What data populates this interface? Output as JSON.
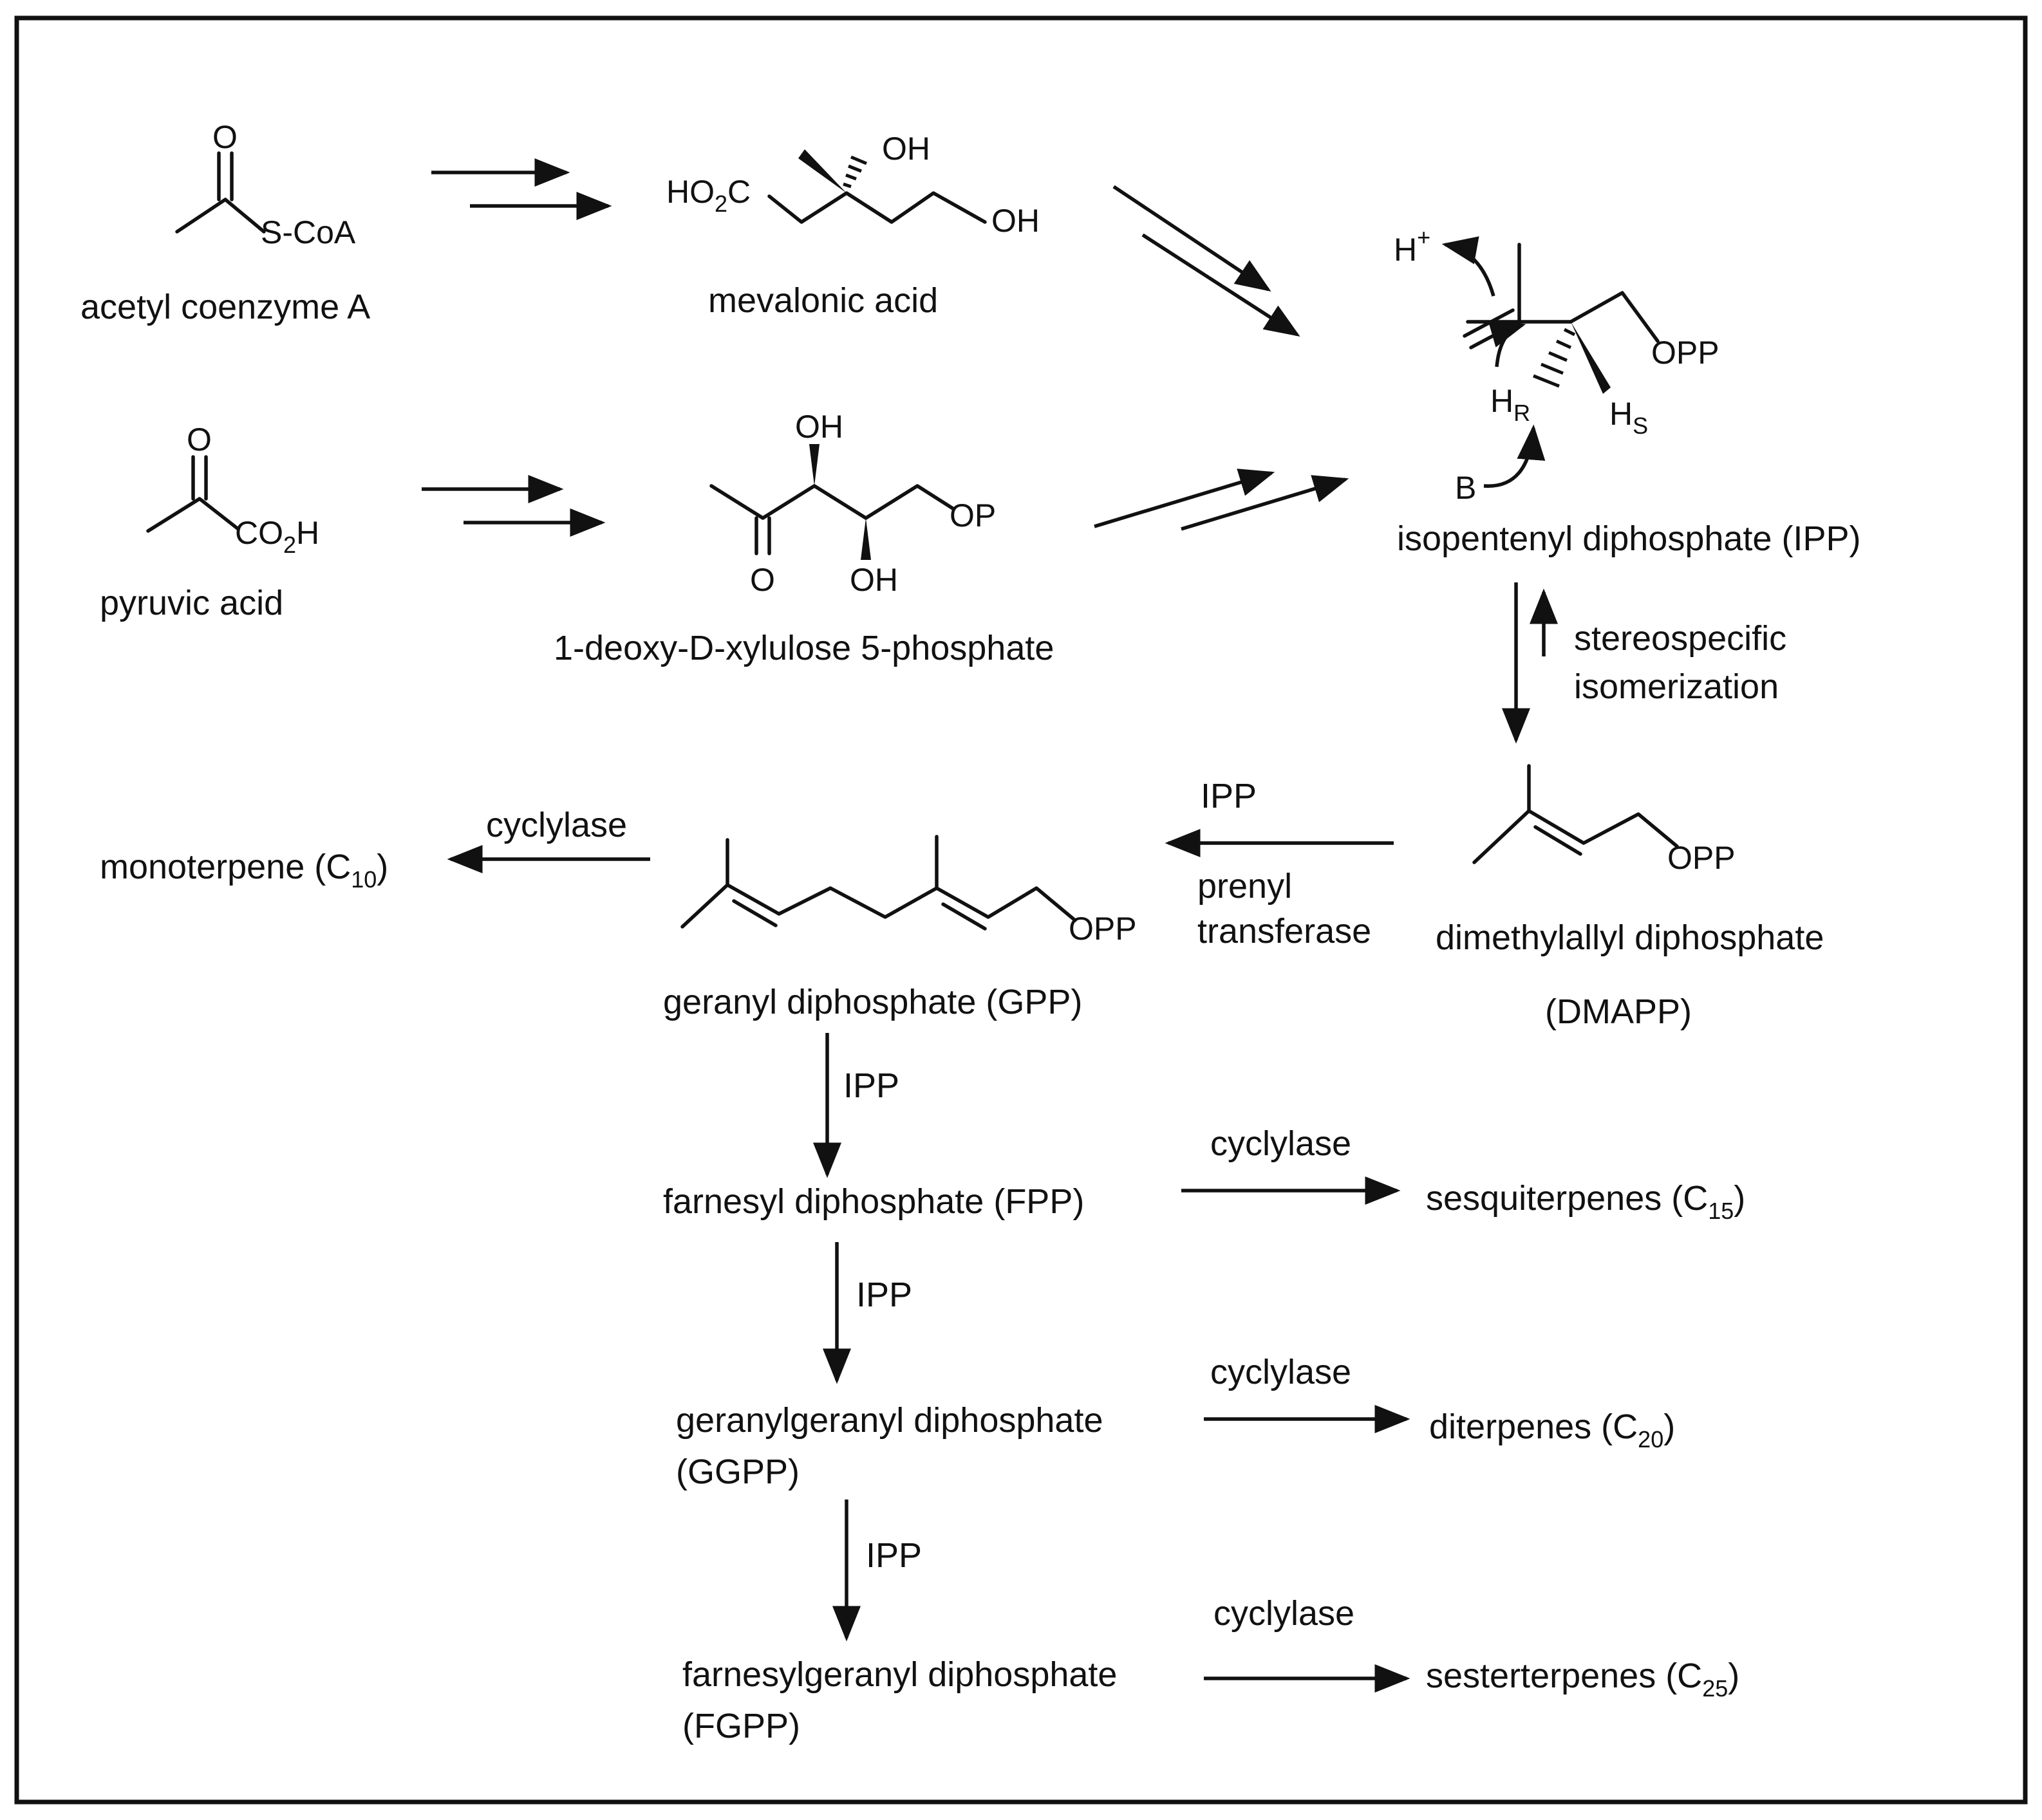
{
  "compounds": {
    "acetyl_coa": {
      "name": "acetyl coenzyme A",
      "atoms": {
        "o": "O",
        "s": "S-CoA"
      }
    },
    "mevalonic": {
      "name": "mevalonic acid",
      "atoms": {
        "ho2c_a": "HO",
        "ho2c_sub": "2",
        "ho2c_b": "C",
        "oh1": "OH",
        "oh2": "OH"
      }
    },
    "pyruvic": {
      "name": "pyruvic acid",
      "atoms": {
        "o": "O",
        "co2h_a": "CO",
        "co2h_sub": "2",
        "co2h_b": "H"
      }
    },
    "dxp": {
      "name": "1-deoxy-D-xylulose 5-phosphate",
      "atoms": {
        "oh_top": "OH",
        "o": "O",
        "oh_bot": "OH",
        "op": "OP"
      }
    },
    "ipp": {
      "name": "isopentenyl diphosphate (IPP)",
      "atoms": {
        "h": "H",
        "plus": "+",
        "opp": "OPP",
        "hr": "H",
        "r": "R",
        "hs": "H",
        "s": "S",
        "b": "B"
      }
    },
    "dmapp": {
      "name_line1": "dimethylallyl diphosphate",
      "name_line2": "(DMAPP)",
      "atoms": {
        "opp": "OPP"
      }
    },
    "gpp": {
      "name": "geranyl diphosphate (GPP)",
      "atoms": {
        "opp": "OPP"
      }
    },
    "fpp": {
      "name": "farnesyl diphosphate (FPP)"
    },
    "ggpp": {
      "name_line1": "geranylgeranyl diphosphate",
      "name_line2": "(GGPP)"
    },
    "fgpp": {
      "name_line1": "farnesylgeranyl diphosphate",
      "name_line2": "(FGPP)"
    }
  },
  "products": {
    "monoterpene": {
      "text": "monoterpene (C",
      "sub": "10",
      "close": ")"
    },
    "sesquiterpenes": {
      "text": "sesquiterpenes (C",
      "sub": "15",
      "close": ")"
    },
    "diterpenes": {
      "text": "diterpenes (C",
      "sub": "20",
      "close": ")"
    },
    "sesterterpenes": {
      "text": "sesterterpenes (C",
      "sub": "25",
      "close": ")"
    }
  },
  "labels": {
    "isomerization_line1": "stereospecific",
    "isomerization_line2": "isomerization",
    "ipp_top": "IPP",
    "prenyl_line1": "prenyl",
    "prenyl_line2": "transferase",
    "cyclylase_mono": "cyclylase",
    "ipp_gpp_fpp": "IPP",
    "cyclylase_sesqui": "cyclylase",
    "ipp_fpp_ggpp": "IPP",
    "cyclylase_di": "cyclylase",
    "ipp_ggpp_fgpp": "IPP",
    "cyclylase_sester": "cyclylase"
  }
}
